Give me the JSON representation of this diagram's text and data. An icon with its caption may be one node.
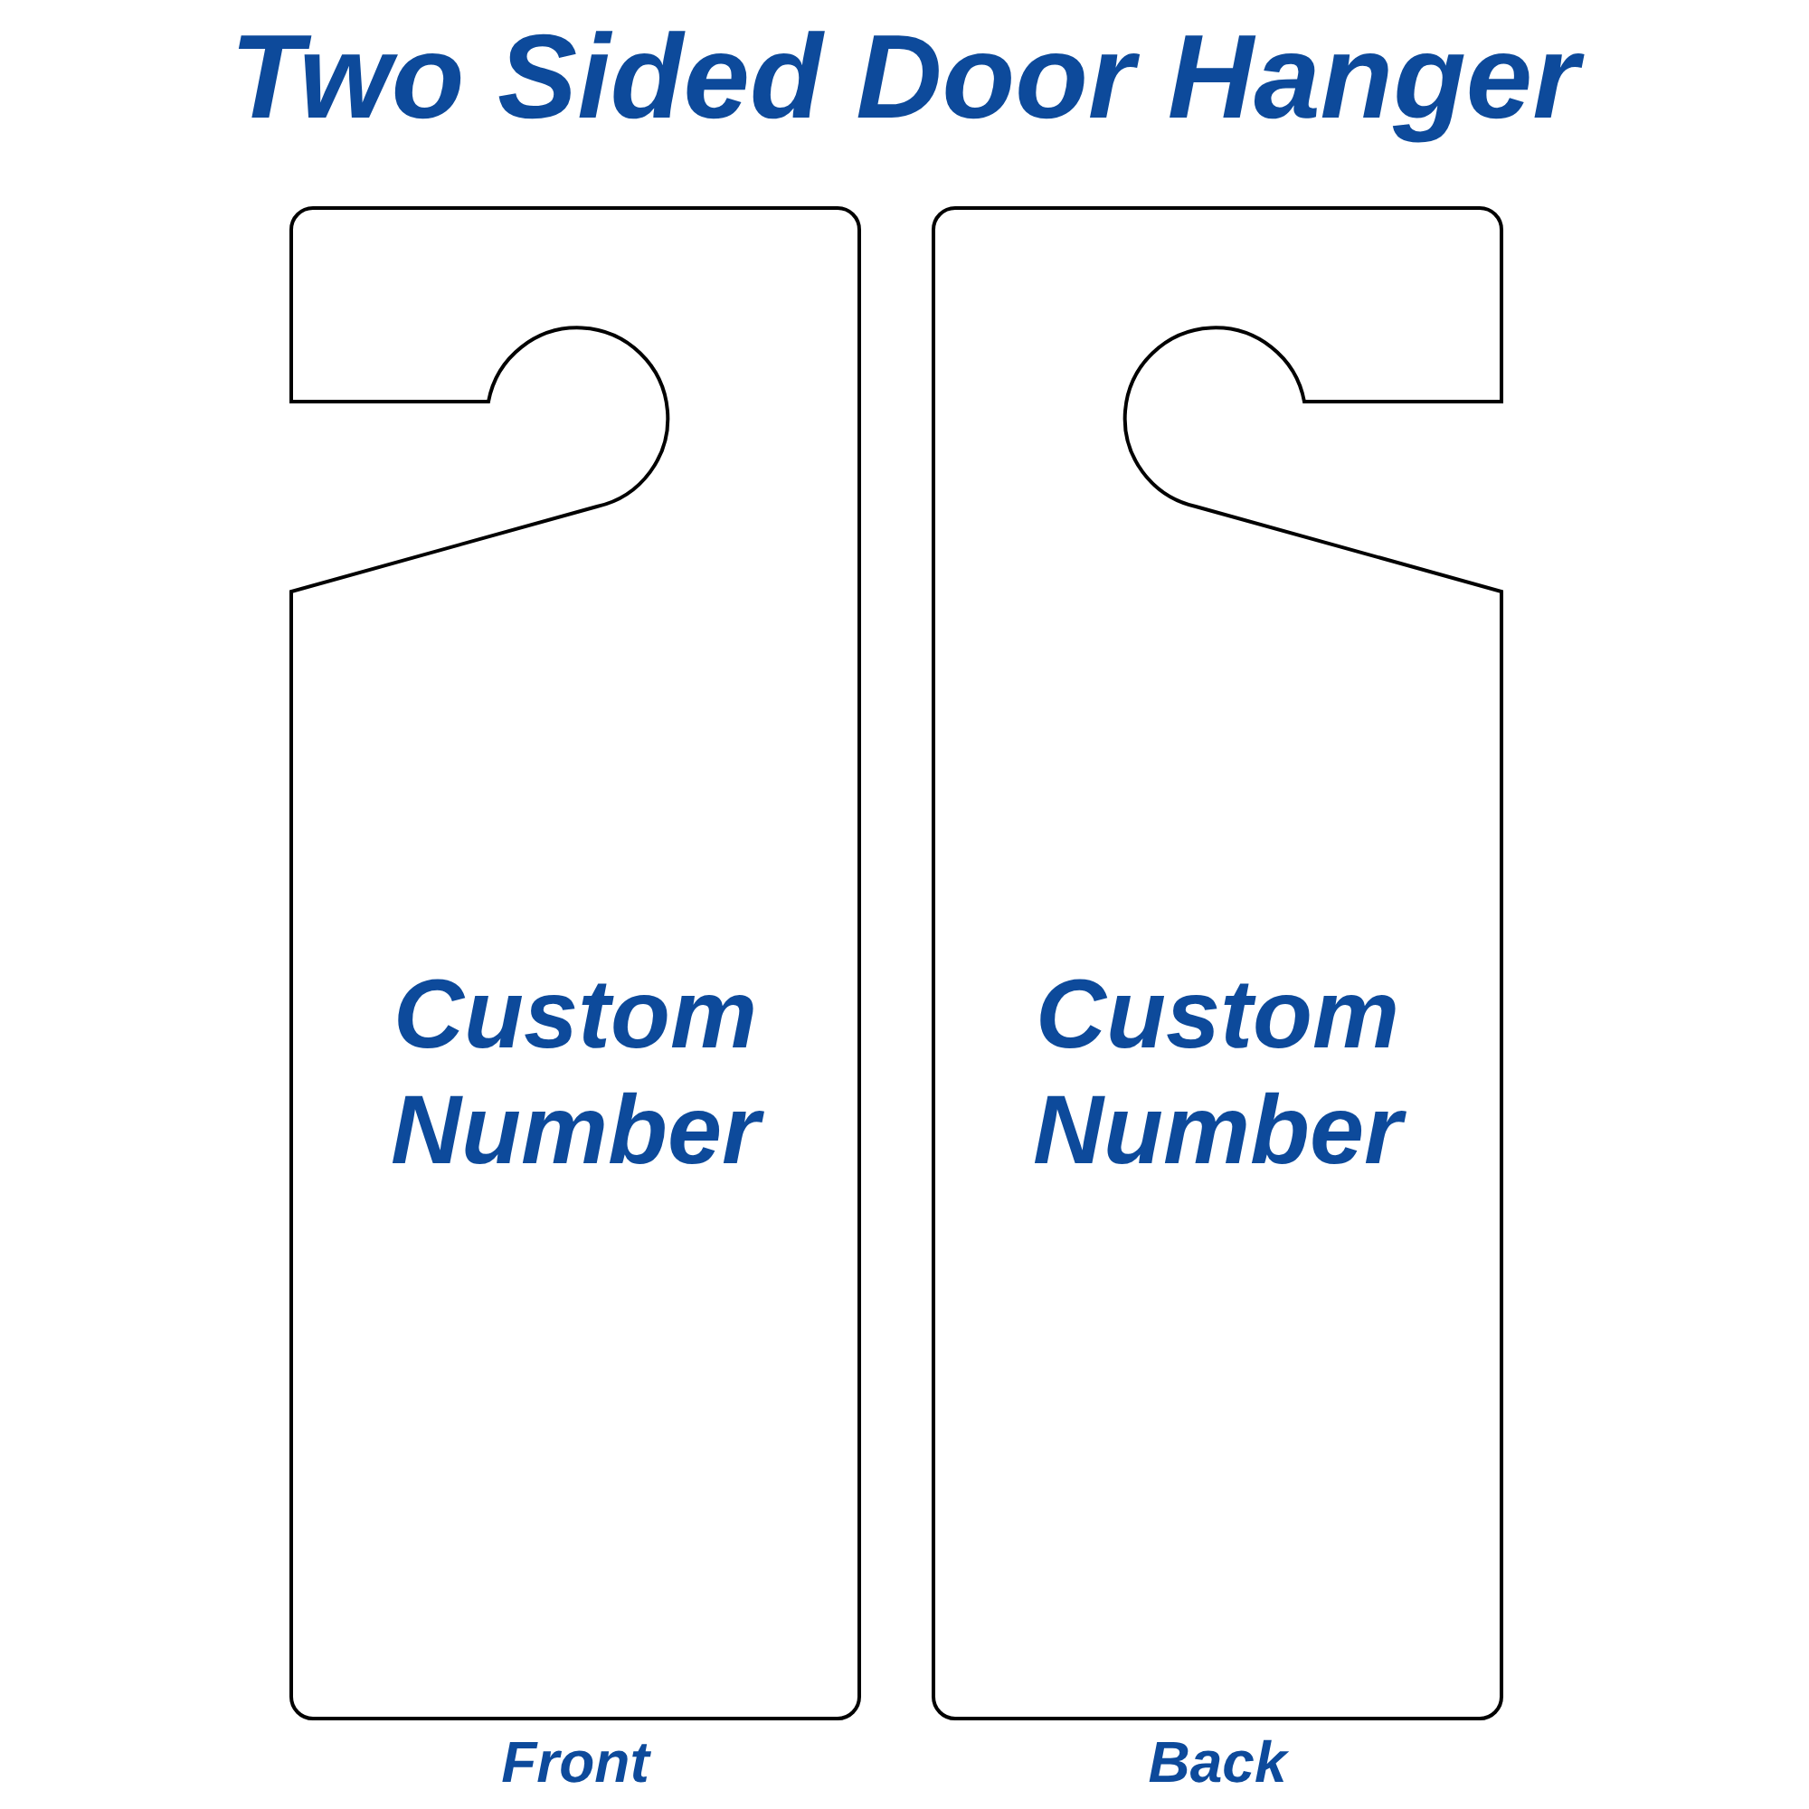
{
  "diagram": {
    "title": "Two Sided Door Hanger",
    "nodes": [
      {
        "text": [
          "Custom Number"
        ],
        "beside": [
          "Front"
        ]
      },
      {
        "text": [
          "Custom Number"
        ],
        "beside": [
          "Back"
        ]
      }
    ]
  }
}
